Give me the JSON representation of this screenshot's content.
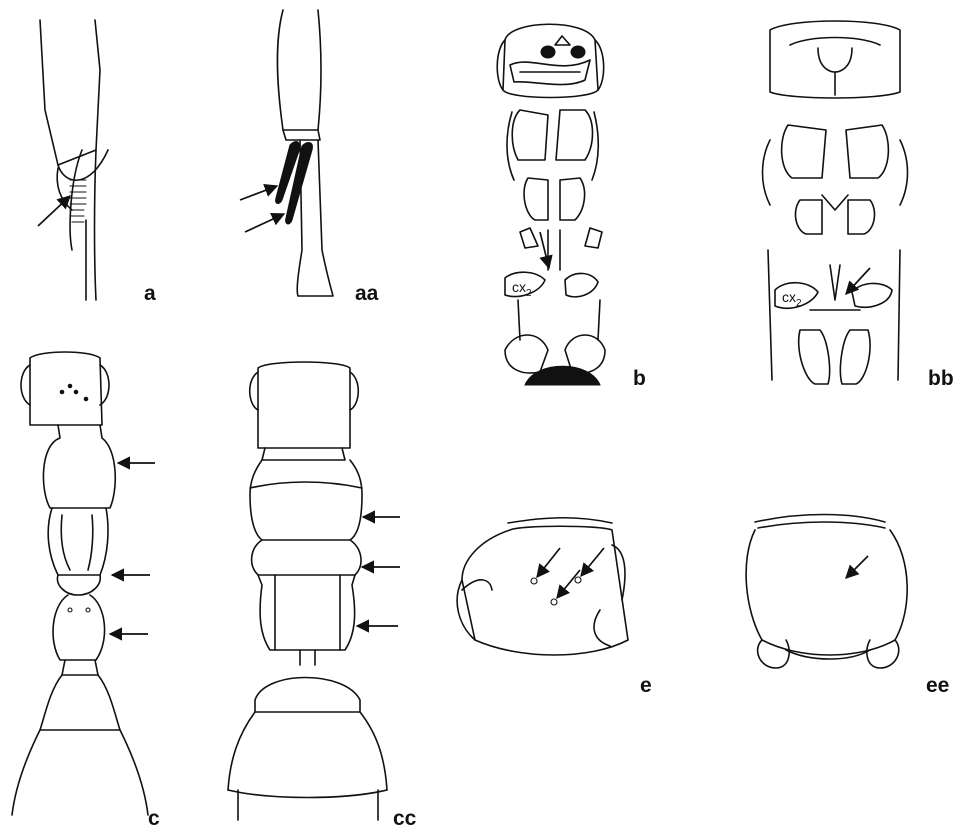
{
  "figure": {
    "panels": [
      {
        "id": "a",
        "label": "a"
      },
      {
        "id": "aa",
        "label": "aa"
      },
      {
        "id": "b",
        "label": "b"
      },
      {
        "id": "bb",
        "label": "bb"
      },
      {
        "id": "c",
        "label": "c"
      },
      {
        "id": "cc",
        "label": "cc"
      },
      {
        "id": "e",
        "label": "e"
      },
      {
        "id": "ee",
        "label": "ee"
      }
    ],
    "annotations": {
      "coxa_label": "cx",
      "coxa_subscript": "2"
    }
  }
}
